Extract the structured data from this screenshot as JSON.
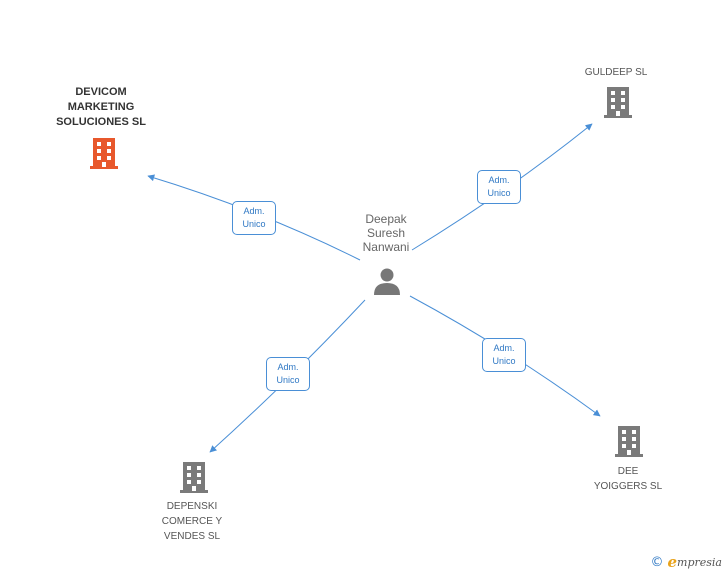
{
  "colors": {
    "edge": "#4a8fd6",
    "company_main": "#e8582c",
    "company": "#7a7a7a",
    "person": "#777777",
    "brand": "#e8a21a"
  },
  "person": {
    "name": "Deepak\nSuresh\nNanwani",
    "icon": "person-icon"
  },
  "companies": [
    {
      "id": "devicom",
      "name": "DEVICOM\nMARKETING\nSOLUCIONES SL",
      "main": true,
      "icon": "building-icon"
    },
    {
      "id": "guldeep",
      "name": "GULDEEP SL",
      "main": false,
      "icon": "building-icon"
    },
    {
      "id": "depenski",
      "name": "DEPENSKI\nCOMERCE Y\nVENDES SL",
      "main": false,
      "icon": "building-icon"
    },
    {
      "id": "dee",
      "name": "DEE\nYOIGGERS SL",
      "main": false,
      "icon": "building-icon"
    }
  ],
  "relations": [
    {
      "to": "devicom",
      "label": "Adm.\nUnico"
    },
    {
      "to": "guldeep",
      "label": "Adm.\nUnico"
    },
    {
      "to": "depenski",
      "label": "Adm.\nUnico"
    },
    {
      "to": "dee",
      "label": "Adm.\nUnico"
    }
  ],
  "footer": {
    "copyright": "©",
    "brand_initial": "e",
    "brand_rest": "mpresia"
  }
}
